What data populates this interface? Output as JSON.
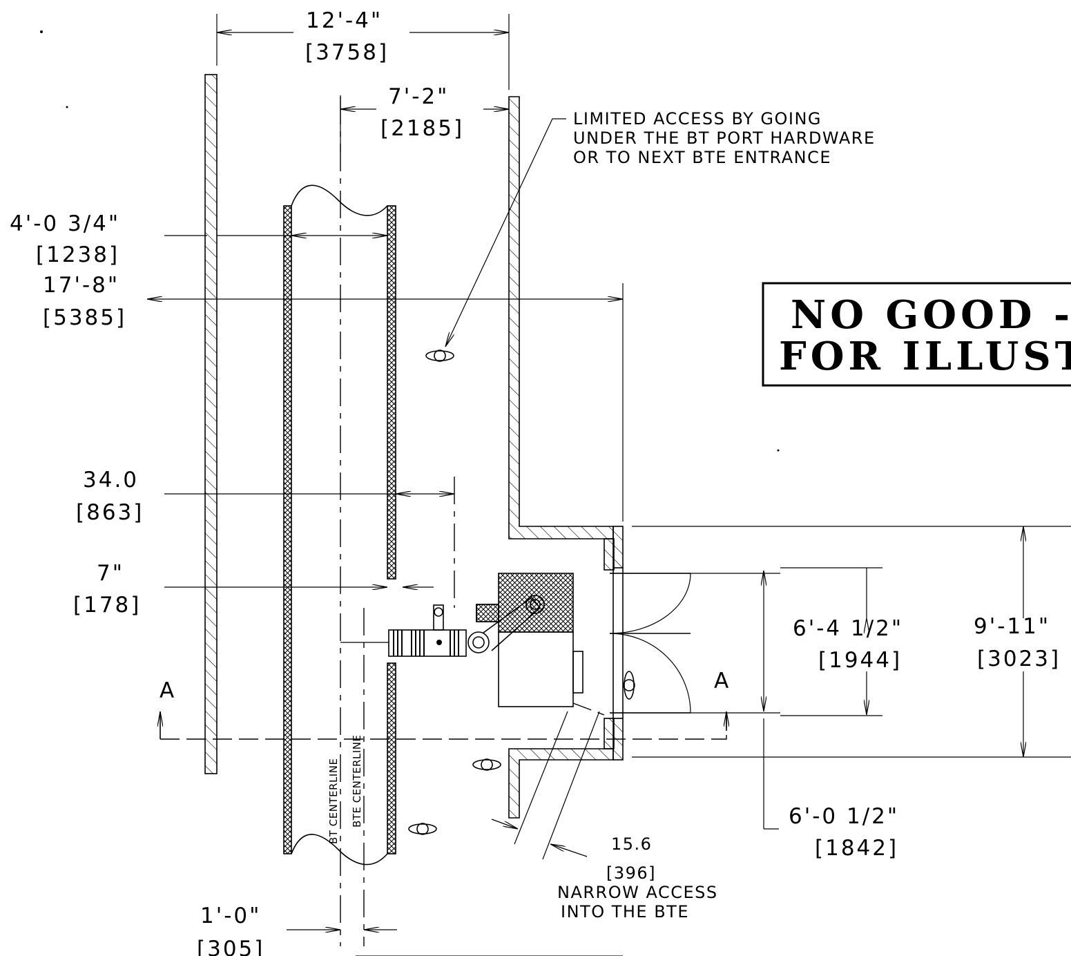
{
  "dimensions": {
    "overall_width": {
      "ft": "12'-4\"",
      "mm": "[3758]"
    },
    "bte_offset": {
      "ft": "7'-2\"",
      "mm": "[2185]"
    },
    "bt_width": {
      "ft": "4'-0 3/4\"",
      "mm": "[1238]"
    },
    "overall_depth": {
      "ft": "17'-8\"",
      "mm": "[5385]"
    },
    "clear_34": {
      "ft": "34.0",
      "mm": "[863]"
    },
    "clear_7": {
      "ft": "7\"",
      "mm": "[178]"
    },
    "door_opening": {
      "ft": "6'-4 1/2\"",
      "mm": "[1944]"
    },
    "entrance_width": {
      "ft": "9'-11\"",
      "mm": "[3023]"
    },
    "entrance_offset": {
      "ft": "6'-0 1/2\"",
      "mm": "[1842]"
    },
    "narrow_access": {
      "ft": "15.6",
      "mm": "[396]"
    },
    "centerline_gap": {
      "ft": "1'-0\"",
      "mm": "[305]"
    }
  },
  "notes": {
    "limited_access": [
      "LIMITED ACCESS BY GOING",
      "UNDER THE BT PORT HARDWARE",
      "OR TO NEXT BTE ENTRANCE"
    ],
    "narrow_access": [
      "NARROW ACCESS",
      "INTO THE BTE"
    ]
  },
  "centerlines": {
    "bt": "BT CENTERLINE",
    "bte": "BTE CENTERLINE"
  },
  "section_marks": {
    "left": "A",
    "right": "A"
  },
  "stamp": {
    "line1": "NO GOOD - D",
    "line2": "FOR ILLUSTRA"
  }
}
